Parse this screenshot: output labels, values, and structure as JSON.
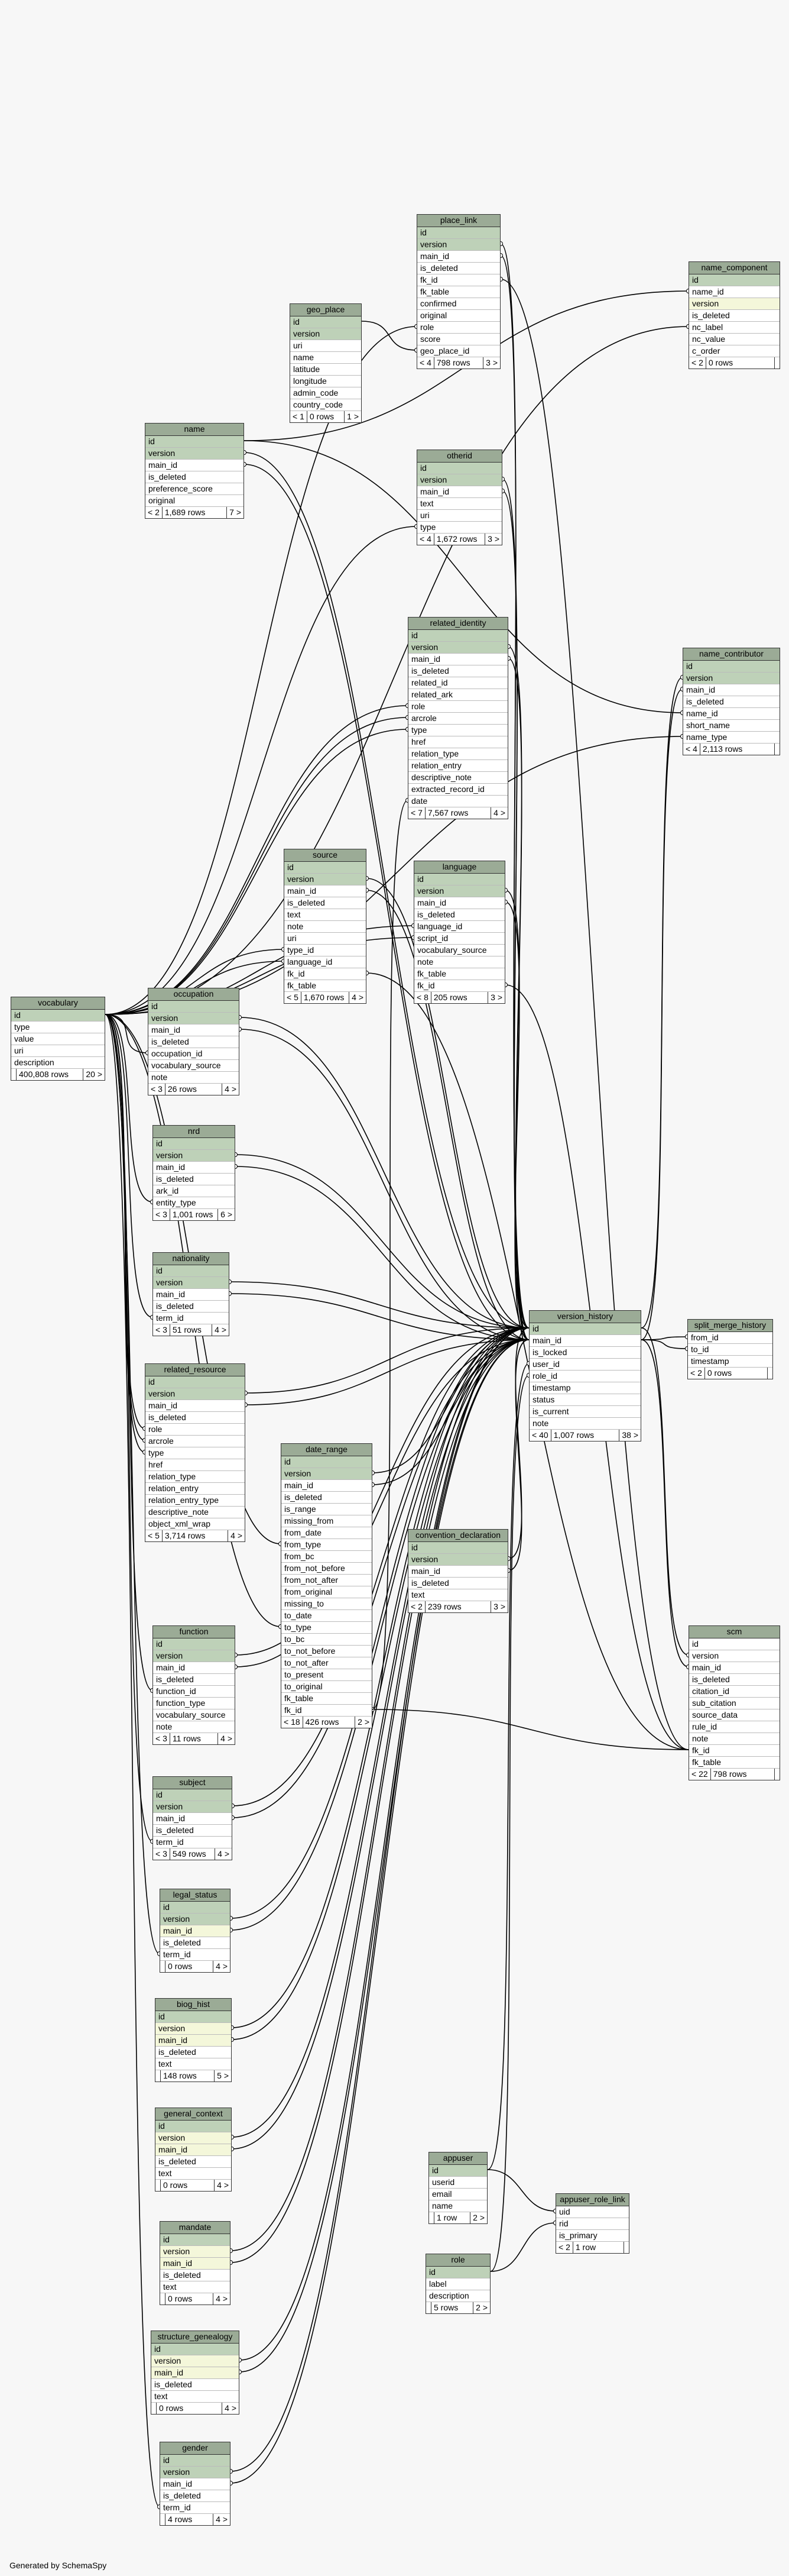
{
  "footer": "Generated by SchemaSpy",
  "tables": [
    {
      "name": "vocabulary",
      "cols": [
        "id",
        "type",
        "value",
        "uri",
        "description"
      ],
      "pk": [
        0
      ],
      "fk": [],
      "foot": [
        "",
        "400,808 rows",
        "20 >"
      ]
    },
    {
      "name": "name",
      "cols": [
        "id",
        "version",
        "main_id",
        "is_deleted",
        "preference_score",
        "original"
      ],
      "pk": [
        0,
        1
      ],
      "fk": [],
      "foot": [
        "< 2",
        "1,689 rows",
        "7 >"
      ]
    },
    {
      "name": "geo_place",
      "cols": [
        "id",
        "version",
        "uri",
        "name",
        "latitude",
        "longitude",
        "admin_code",
        "country_code"
      ],
      "pk": [
        0,
        1
      ],
      "fk": [],
      "foot": [
        "< 1",
        "0 rows",
        "1 >"
      ]
    },
    {
      "name": "place_link",
      "cols": [
        "id",
        "version",
        "main_id",
        "is_deleted",
        "fk_id",
        "fk_table",
        "confirmed",
        "original",
        "role",
        "score",
        "geo_place_id"
      ],
      "pk": [
        0,
        1
      ],
      "fk": [],
      "foot": [
        "< 4",
        "798 rows",
        "3 >"
      ]
    },
    {
      "name": "name_component",
      "cols": [
        "id",
        "name_id",
        "version",
        "is_deleted",
        "nc_label",
        "nc_value",
        "c_order"
      ],
      "pk": [
        0
      ],
      "fk": [
        2
      ],
      "foot": [
        "< 2",
        "0 rows",
        ""
      ]
    },
    {
      "name": "otherid",
      "cols": [
        "id",
        "version",
        "main_id",
        "text",
        "uri",
        "type"
      ],
      "pk": [
        0,
        1
      ],
      "fk": [],
      "foot": [
        "< 4",
        "1,672 rows",
        "3 >"
      ]
    },
    {
      "name": "related_identity",
      "cols": [
        "id",
        "version",
        "main_id",
        "is_deleted",
        "related_id",
        "related_ark",
        "role",
        "arcrole",
        "type",
        "href",
        "relation_type",
        "relation_entry",
        "descriptive_note",
        "extracted_record_id",
        "date"
      ],
      "pk": [
        0,
        1
      ],
      "fk": [],
      "foot": [
        "< 7",
        "7,567 rows",
        "4 >"
      ]
    },
    {
      "name": "name_contributor",
      "cols": [
        "id",
        "version",
        "main_id",
        "is_deleted",
        "name_id",
        "short_name",
        "name_type"
      ],
      "pk": [
        0,
        1
      ],
      "fk": [],
      "foot": [
        "< 4",
        "2,113 rows",
        ""
      ]
    },
    {
      "name": "source",
      "cols": [
        "id",
        "version",
        "main_id",
        "is_deleted",
        "text",
        "note",
        "uri",
        "type_id",
        "language_id",
        "fk_id",
        "fk_table"
      ],
      "pk": [
        0,
        1
      ],
      "fk": [],
      "foot": [
        "< 5",
        "1,670 rows",
        "4 >"
      ]
    },
    {
      "name": "language",
      "cols": [
        "id",
        "version",
        "main_id",
        "is_deleted",
        "language_id",
        "script_id",
        "vocabulary_source",
        "note",
        "fk_table",
        "fk_id"
      ],
      "pk": [
        0,
        1
      ],
      "fk": [],
      "foot": [
        "< 8",
        "205 rows",
        "3 >"
      ]
    },
    {
      "name": "occupation",
      "cols": [
        "id",
        "version",
        "main_id",
        "is_deleted",
        "occupation_id",
        "vocabulary_source",
        "note"
      ],
      "pk": [
        0,
        1
      ],
      "fk": [],
      "foot": [
        "< 3",
        "26 rows",
        "4 >"
      ]
    },
    {
      "name": "nrd",
      "cols": [
        "id",
        "version",
        "main_id",
        "is_deleted",
        "ark_id",
        "entity_type"
      ],
      "pk": [
        0,
        1
      ],
      "fk": [],
      "foot": [
        "< 3",
        "1,001 rows",
        "6 >"
      ]
    },
    {
      "name": "nationality",
      "cols": [
        "id",
        "version",
        "main_id",
        "is_deleted",
        "term_id"
      ],
      "pk": [
        0,
        1
      ],
      "fk": [],
      "foot": [
        "< 3",
        "51 rows",
        "4 >"
      ]
    },
    {
      "name": "version_history",
      "cols": [
        "id",
        "main_id",
        "is_locked",
        "user_id",
        "role_id",
        "timestamp",
        "status",
        "is_current",
        "note"
      ],
      "pk": [
        0
      ],
      "fk": [],
      "foot": [
        "< 40",
        "1,007 rows",
        "38 >"
      ]
    },
    {
      "name": "split_merge_history",
      "cols": [
        "from_id",
        "to_id",
        "timestamp"
      ],
      "pk": [],
      "fk": [],
      "foot": [
        "< 2",
        "0 rows",
        ""
      ]
    },
    {
      "name": "related_resource",
      "cols": [
        "id",
        "version",
        "main_id",
        "is_deleted",
        "role",
        "arcrole",
        "type",
        "href",
        "relation_type",
        "relation_entry",
        "relation_entry_type",
        "descriptive_note",
        "object_xml_wrap"
      ],
      "pk": [
        0,
        1
      ],
      "fk": [],
      "foot": [
        "< 5",
        "3,714 rows",
        "4 >"
      ]
    },
    {
      "name": "date_range",
      "cols": [
        "id",
        "version",
        "main_id",
        "is_deleted",
        "is_range",
        "missing_from",
        "from_date",
        "from_type",
        "from_bc",
        "from_not_before",
        "from_not_after",
        "from_original",
        "missing_to",
        "to_date",
        "to_type",
        "to_bc",
        "to_not_before",
        "to_not_after",
        "to_present",
        "to_original",
        "fk_table",
        "fk_id"
      ],
      "pk": [
        0,
        1
      ],
      "fk": [],
      "foot": [
        "< 18",
        "426 rows",
        "2 >"
      ]
    },
    {
      "name": "convention_declaration",
      "cols": [
        "id",
        "version",
        "main_id",
        "is_deleted",
        "text"
      ],
      "pk": [
        0,
        1
      ],
      "fk": [],
      "foot": [
        "< 2",
        "239 rows",
        "3 >"
      ]
    },
    {
      "name": "scm",
      "cols": [
        "id",
        "version",
        "main_id",
        "is_deleted",
        "citation_id",
        "sub_citation",
        "source_data",
        "rule_id",
        "note",
        "fk_id",
        "fk_table"
      ],
      "pk": [],
      "fk": [],
      "foot": [
        "< 22",
        "798 rows",
        ""
      ]
    },
    {
      "name": "function",
      "cols": [
        "id",
        "version",
        "main_id",
        "is_deleted",
        "function_id",
        "function_type",
        "vocabulary_source",
        "note"
      ],
      "pk": [
        0,
        1
      ],
      "fk": [],
      "foot": [
        "< 3",
        "11 rows",
        "4 >"
      ]
    },
    {
      "name": "subject",
      "cols": [
        "id",
        "version",
        "main_id",
        "is_deleted",
        "term_id"
      ],
      "pk": [
        0,
        1
      ],
      "fk": [],
      "foot": [
        "< 3",
        "549 rows",
        "4 >"
      ]
    },
    {
      "name": "legal_status",
      "cols": [
        "id",
        "version",
        "main_id",
        "is_deleted",
        "term_id"
      ],
      "pk": [
        0,
        1
      ],
      "fk": [
        2
      ],
      "foot": [
        "",
        "0 rows",
        "4 >"
      ]
    },
    {
      "name": "biog_hist",
      "cols": [
        "id",
        "version",
        "main_id",
        "is_deleted",
        "text"
      ],
      "pk": [
        0
      ],
      "fk": [
        1,
        2
      ],
      "foot": [
        "",
        "148 rows",
        "5 >"
      ]
    },
    {
      "name": "general_context",
      "cols": [
        "id",
        "version",
        "main_id",
        "is_deleted",
        "text"
      ],
      "pk": [
        0
      ],
      "fk": [
        1,
        2
      ],
      "foot": [
        "",
        "0 rows",
        "4 >"
      ]
    },
    {
      "name": "mandate",
      "cols": [
        "id",
        "version",
        "main_id",
        "is_deleted",
        "text"
      ],
      "pk": [
        0
      ],
      "fk": [
        1,
        2
      ],
      "foot": [
        "",
        "0 rows",
        "4 >"
      ]
    },
    {
      "name": "structure_genealogy",
      "cols": [
        "id",
        "version",
        "main_id",
        "is_deleted",
        "text"
      ],
      "pk": [
        0
      ],
      "fk": [
        1,
        2
      ],
      "foot": [
        "",
        "0 rows",
        "4 >"
      ]
    },
    {
      "name": "gender",
      "cols": [
        "id",
        "version",
        "main_id",
        "is_deleted",
        "term_id"
      ],
      "pk": [
        0,
        1
      ],
      "fk": [],
      "foot": [
        "",
        "4 rows",
        "4 >"
      ]
    },
    {
      "name": "appuser",
      "cols": [
        "id",
        "userid",
        "email",
        "name"
      ],
      "pk": [
        0
      ],
      "fk": [],
      "foot": [
        "",
        "1 row",
        "2 >"
      ]
    },
    {
      "name": "appuser_role_link",
      "cols": [
        "uid",
        "rid",
        "is_primary"
      ],
      "pk": [],
      "fk": [],
      "foot": [
        "< 2",
        "1 row",
        ""
      ]
    },
    {
      "name": "role",
      "cols": [
        "id",
        "label",
        "description"
      ],
      "pk": [
        0
      ],
      "fk": [],
      "foot": [
        "",
        "5 rows",
        "2 >"
      ]
    }
  ]
}
